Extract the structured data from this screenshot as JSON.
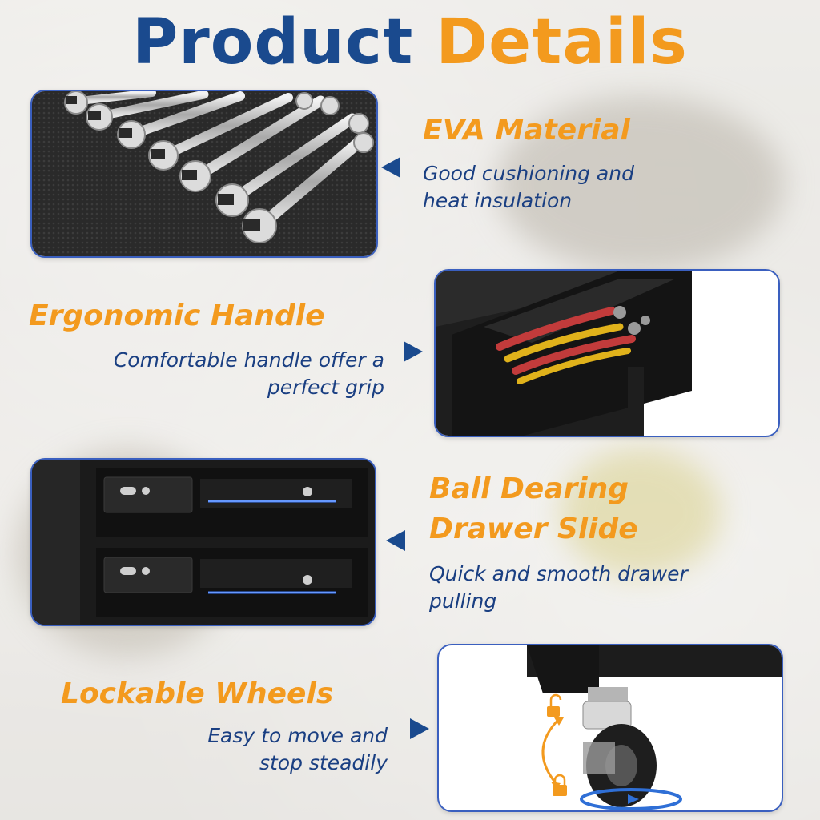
{
  "title": {
    "word1": "Product",
    "word2": "Details"
  },
  "features": [
    {
      "heading": "EVA Material",
      "desc_line1": "Good cushioning and",
      "desc_line2": "heat insulation"
    },
    {
      "heading": "Ergonomic Handle",
      "desc_line1": "Comfortable handle offer a",
      "desc_line2": "perfect grip"
    },
    {
      "heading_line1": "Ball Dearing",
      "heading_line2": "Drawer Slide",
      "desc_line1": "Quick and smooth drawer",
      "desc_line2": "pulling"
    },
    {
      "heading": "Lockable Wheels",
      "desc_line1": "Easy to move and",
      "desc_line2": "stop steadily"
    }
  ],
  "colors": {
    "title_blue": "#1a4a8e",
    "accent_orange": "#f39a1e",
    "text_blue": "#1a3f82",
    "panel_border": "#3a5fbf"
  },
  "icons": [
    "arrow-left-icon",
    "arrow-right-icon",
    "unlock-icon",
    "lock-icon"
  ]
}
